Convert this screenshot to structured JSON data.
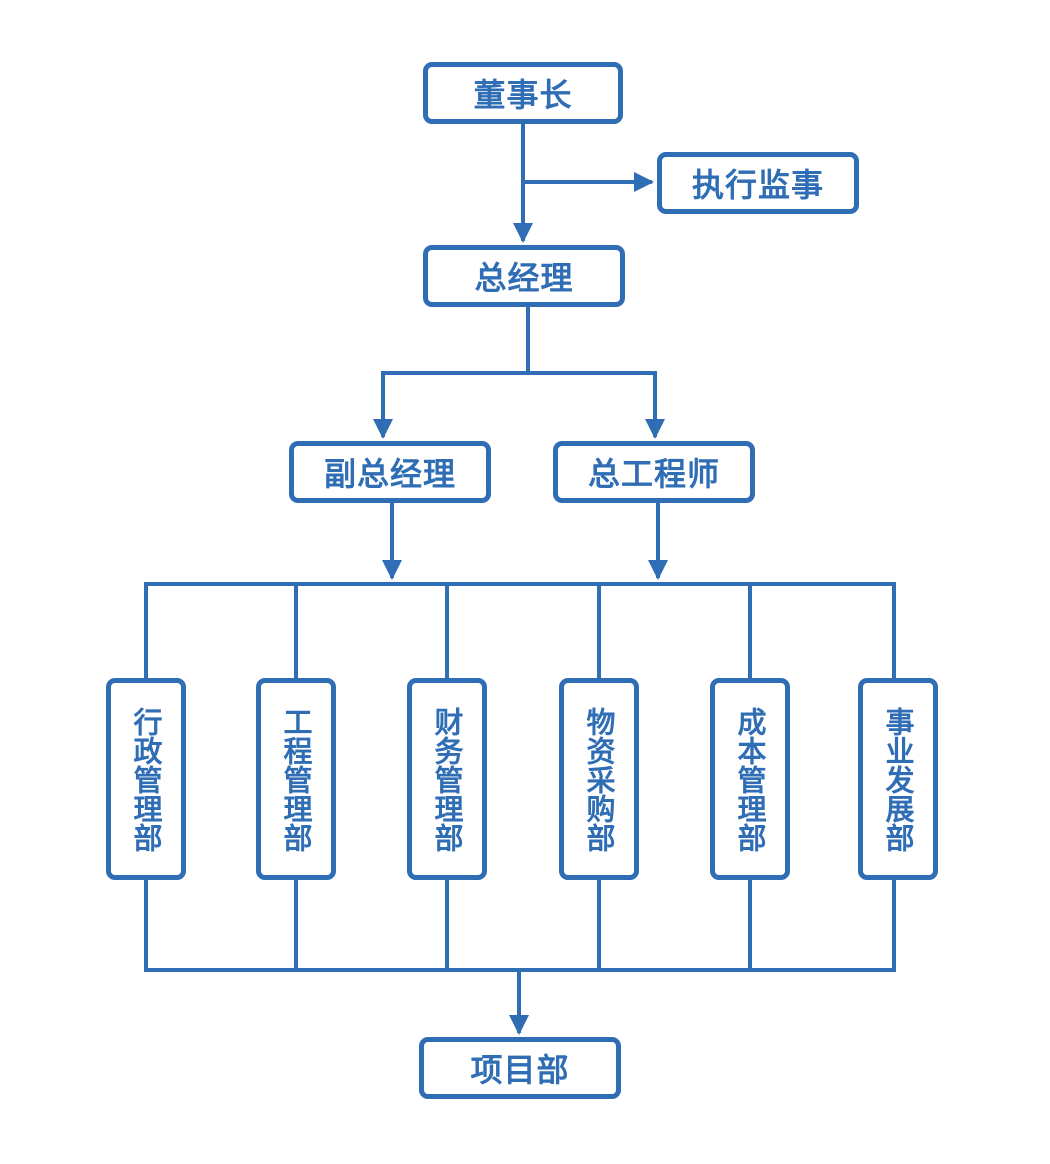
{
  "colors": {
    "line": "#2f6db5",
    "box_border": "#2f6db5",
    "text": "#2f6db5",
    "background": "#ffffff"
  },
  "nodes": {
    "chairman": "董事长",
    "supervisor": "执行监事",
    "general_manager": "总经理",
    "deputy_general_manager": "副总经理",
    "chief_engineer": "总工程师",
    "departments": [
      "行政管理部",
      "工程管理部",
      "财务管理部",
      "物资采购部",
      "成本管理部",
      "事业发展部"
    ],
    "project_department": "项目部"
  }
}
